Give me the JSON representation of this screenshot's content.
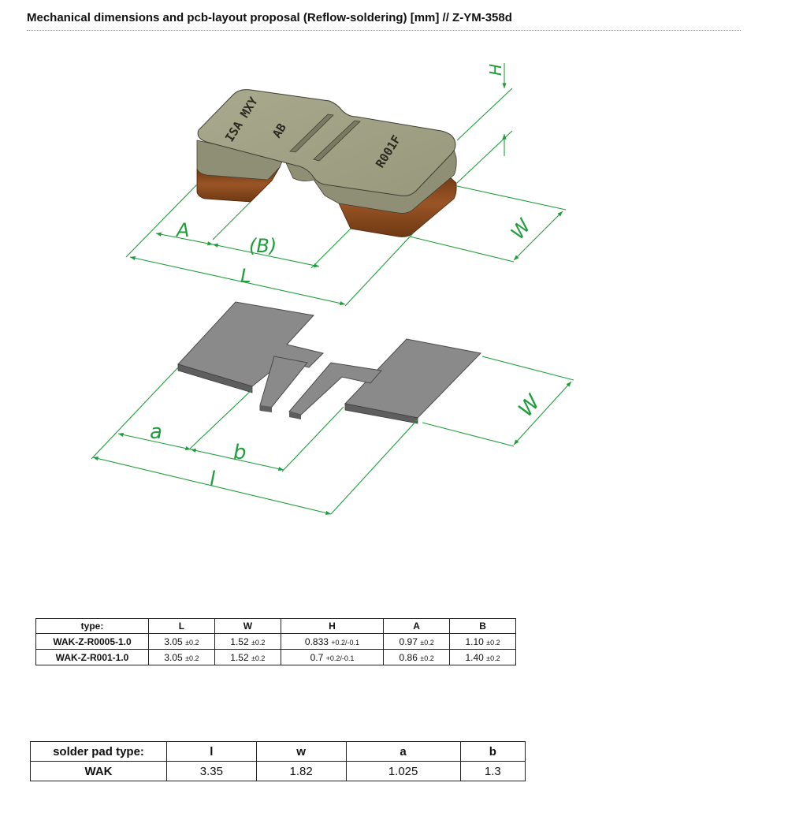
{
  "title": "Mechanical dimensions and pcb-layout proposal (Reflow-soldering) [mm] // Z-YM-358d",
  "part_marking": {
    "line1": "ISA MXY",
    "line2": "AB",
    "line3": "R001F"
  },
  "dimension_labels": {
    "A": "A",
    "B": "(B)",
    "L": "L",
    "W": "W",
    "H": "H",
    "a": "a",
    "b": "b",
    "l": "l",
    "w": "W"
  },
  "colors": {
    "dimension": "#1e9e3a",
    "body_top": "#a5a58a",
    "body_side": "#8e8e74",
    "copper": "#8a4a1c",
    "pad": "#8a8a8a",
    "pad_edge": "#555555"
  },
  "spec_table": {
    "headers": [
      "type:",
      "L",
      "W",
      "H",
      "A",
      "B"
    ],
    "rows": [
      {
        "type": "WAK-Z-R0005-1.0",
        "L": {
          "v": "3.05",
          "t": "±0.2"
        },
        "W": {
          "v": "1.52",
          "t": "±0.2"
        },
        "H": {
          "v": "0.833",
          "t": "+0.2/-0.1"
        },
        "A": {
          "v": "0.97",
          "t": "±0.2"
        },
        "B": {
          "v": "1.10",
          "t": "±0.2"
        }
      },
      {
        "type": "WAK-Z-R001-1.0",
        "L": {
          "v": "3.05",
          "t": "±0.2"
        },
        "W": {
          "v": "1.52",
          "t": "±0.2"
        },
        "H": {
          "v": "0.7",
          "t": "+0.2/-0.1"
        },
        "A": {
          "v": "0.86",
          "t": "±0.2"
        },
        "B": {
          "v": "1.40",
          "t": "±0.2"
        }
      }
    ]
  },
  "pad_table": {
    "headers": [
      "solder pad type:",
      "l",
      "w",
      "a",
      "b"
    ],
    "rows": [
      {
        "type": "WAK",
        "l": "3.35",
        "w": "1.82",
        "a": "1.025",
        "b": "1.3"
      }
    ]
  }
}
